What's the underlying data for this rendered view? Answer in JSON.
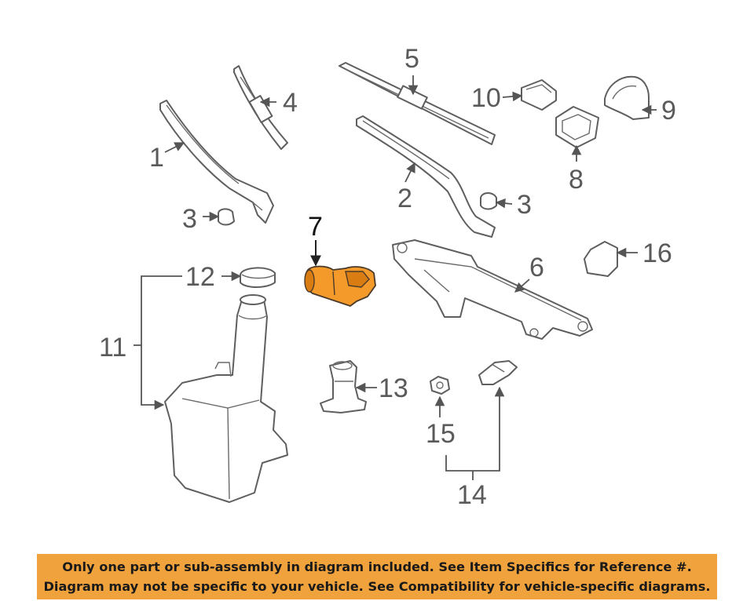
{
  "labels": {
    "l1": "1",
    "l2": "2",
    "l3a": "3",
    "l3b": "3",
    "l4": "4",
    "l5": "5",
    "l6": "6",
    "l7": "7",
    "l8": "8",
    "l9": "9",
    "l10": "10",
    "l11": "11",
    "l12": "12",
    "l13": "13",
    "l14": "14",
    "l15": "15",
    "l16": "16"
  },
  "highlight_color": "#f39a2a",
  "banner": {
    "line1": "Only one part or sub-assembly in diagram included. See Item Specifics for Reference #.",
    "line2": "Diagram may not be specific to your vehicle. See Compatibility for vehicle-specific diagrams."
  }
}
